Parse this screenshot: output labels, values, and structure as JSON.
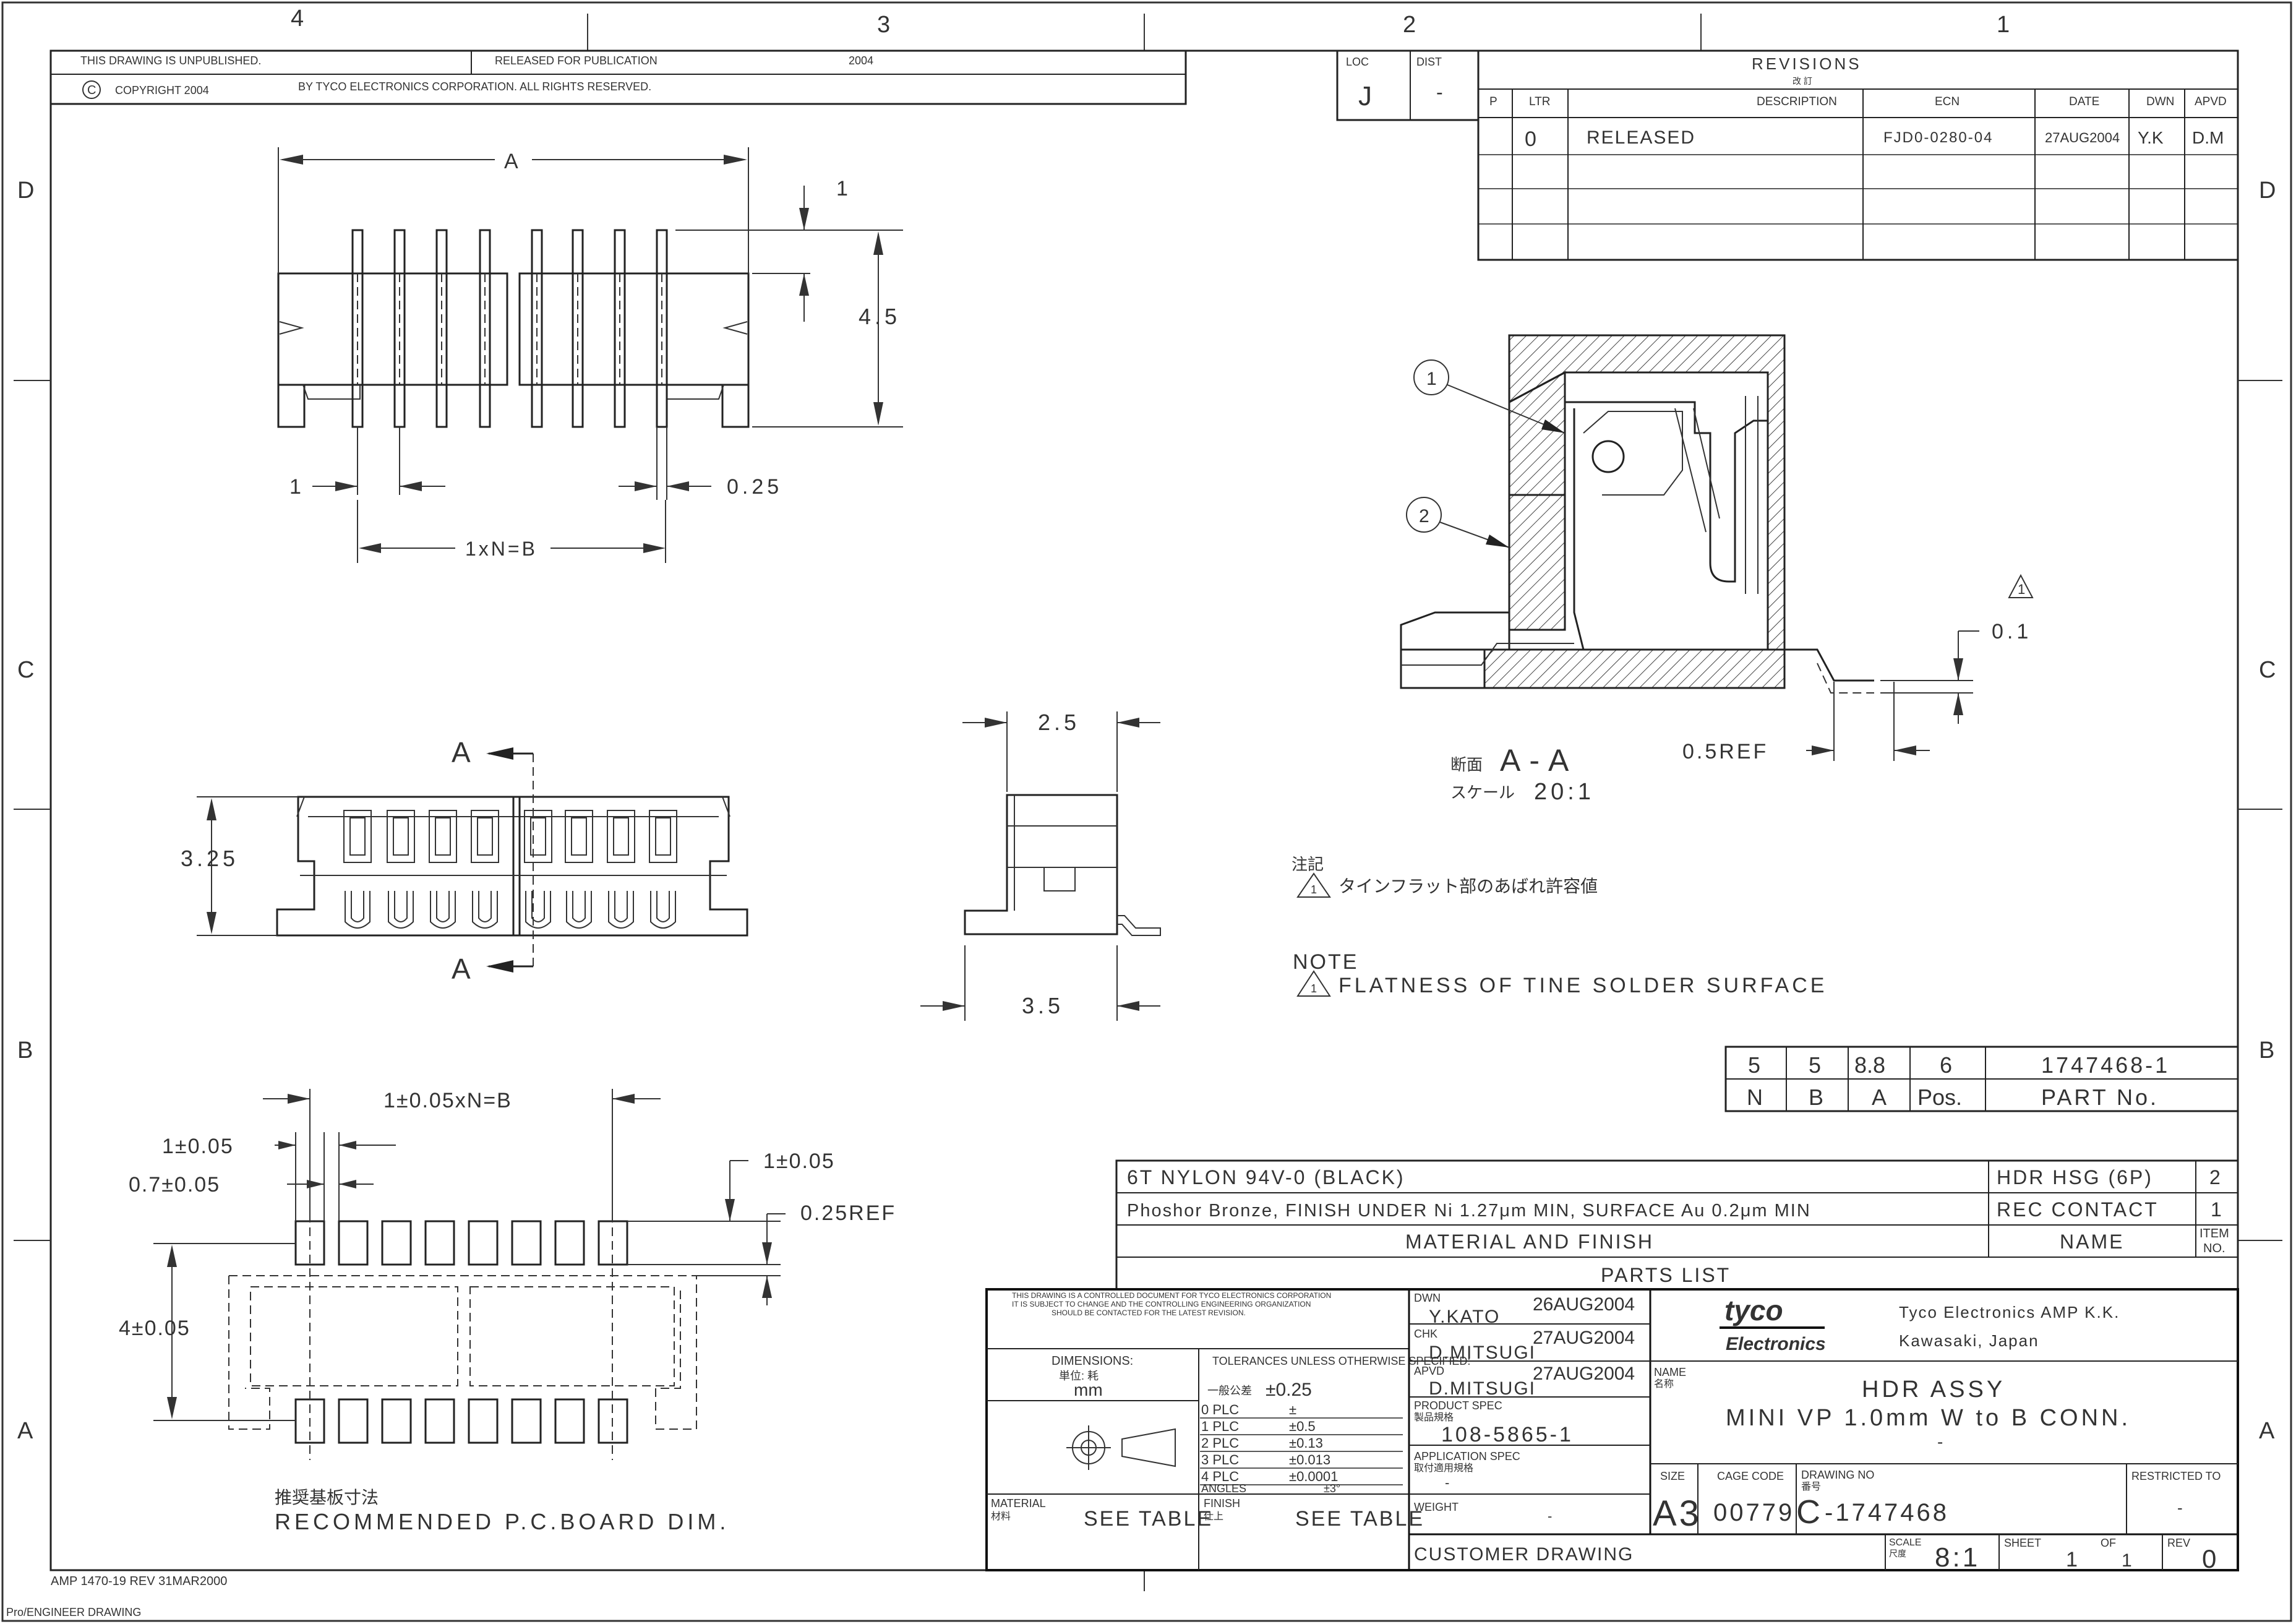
{
  "border": {
    "top_zones": [
      "4",
      "3",
      "2",
      "1"
    ],
    "side_zones": [
      "D",
      "C",
      "B",
      "A"
    ]
  },
  "header": {
    "unpublished": "THIS DRAWING IS UNPUBLISHED.",
    "released": "RELEASED FOR PUBLICATION",
    "year": "2004",
    "copyright": "COPYRIGHT 2004",
    "by": "BY TYCO ELECTRONICS CORPORATION. ALL RIGHTS RESERVED."
  },
  "loc_dist": {
    "loc_label": "LOC",
    "loc": "J",
    "dist_label": "DIST",
    "dist": "-"
  },
  "revisions": {
    "title": "REVISIONS",
    "title_jp": "改 訂",
    "columns": [
      "P",
      "LTR",
      "DESCRIPTION",
      "ECN",
      "DATE",
      "DWN",
      "APVD"
    ],
    "rows": [
      {
        "p": "",
        "ltr": "0",
        "desc": "RELEASED",
        "ecn": "FJD0-0280-04",
        "date": "27AUG2004",
        "dwn": "Y.K",
        "apvd": "D.M"
      }
    ]
  },
  "top_view": {
    "dim_a": "A",
    "dim_1_top": "1",
    "dim_45": "4.5",
    "dim_1_left": "1",
    "dim_025": "0.25",
    "dim_b": "1xN=B"
  },
  "front_view": {
    "section_top": "A",
    "section_bottom": "A",
    "dim_325": "3.25"
  },
  "side_view": {
    "dim_25": "2.5",
    "dim_35": "3.5"
  },
  "section": {
    "balloon_1": "1",
    "balloon_2": "2",
    "note_flag": "1",
    "dim_01": "0.1",
    "dim_05ref": "0.5REF",
    "label_jp": "断面",
    "label": "A-A",
    "scale_jp": "スケール",
    "scale": "20:1"
  },
  "notes": {
    "jp_title": "注記",
    "jp_note": "タインフラット部のあばれ許容値",
    "title": "NOTE",
    "note": "FLATNESS OF TINE SOLDER SURFACE",
    "flag": "1"
  },
  "pcb": {
    "dim_pitch": "1±0.05xN=B",
    "dim_pad_w": "1±0.05",
    "dim_pad_gap": "0.7±0.05",
    "dim_right_1": "1±0.05",
    "dim_025ref": "0.25REF",
    "dim_4": "4±0.05",
    "title_jp": "推奨基板寸法",
    "title": "RECOMMENDED P.C.BOARD DIM."
  },
  "part_table": {
    "values": [
      "5",
      "5",
      "8.8",
      "6",
      "1747468-1"
    ],
    "headers": [
      "N",
      "B",
      "A",
      "Pos.",
      "PART No."
    ]
  },
  "parts_list": {
    "rows": [
      {
        "material": "6T NYLON 94V-0 (BLACK)",
        "name": "HDR HSG (6P)",
        "item": "2"
      },
      {
        "material": "Phoshor Bronze, FINISH UNDER Ni 1.27μm MIN, SURFACE Au 0.2μm MIN",
        "name": "REC CONTACT",
        "item": "1"
      }
    ],
    "footer_material": "MATERIAL AND FINISH",
    "footer_name": "NAME",
    "footer_item": "ITEM NO.",
    "title": "PARTS LIST"
  },
  "title_block": {
    "controlled": [
      "THIS DRAWING IS A CONTROLLED DOCUMENT FOR TYCO ELECTRONICS CORPORATION",
      "IT IS SUBJECT TO CHANGE AND THE CONTROLLING ENGINEERING ORGANIZATION",
      "SHOULD BE CONTACTED FOR THE LATEST REVISION."
    ],
    "dimensions_label": "DIMENSIONS:",
    "unit_jp": "単位: 耗",
    "unit": "mm",
    "tol_title": "TOLERANCES UNLESS OTHERWISE SPECIFIED:",
    "tol_general_jp": "一般公差",
    "tol_general": "±0.25",
    "tol_rows": [
      {
        "k": "0 PLC",
        "v": "±"
      },
      {
        "k": "1 PLC",
        "v": "±0.5"
      },
      {
        "k": "2 PLC",
        "v": "±0.13"
      },
      {
        "k": "3 PLC",
        "v": "±0.013"
      },
      {
        "k": "4 PLC",
        "v": "±0.0001"
      },
      {
        "k": "ANGLES",
        "v": "±3°"
      }
    ],
    "material_label": "MATERIAL",
    "material_jp": "材料",
    "material_value": "SEE TABLE",
    "finish_label": "FINISH",
    "finish_jp": "仕上",
    "finish_value": "SEE TABLE",
    "dwn_label": "DWN",
    "dwn": "Y.KATO",
    "dwn_date": "26AUG2004",
    "chk_label": "CHK",
    "chk": "D.MITSUGI",
    "chk_date": "27AUG2004",
    "apvd_label": "APVD",
    "apvd": "D.MITSUGI",
    "apvd_date": "27AUG2004",
    "product_spec_label": "PRODUCT SPEC",
    "product_spec_jp": "製品規格",
    "product_spec": "108-5865-1",
    "app_spec_label": "APPLICATION SPEC",
    "app_spec_jp": "取付適用規格",
    "app_spec": "-",
    "weight_label": "WEIGHT",
    "weight": "-",
    "customer": "CUSTOMER DRAWING",
    "logo_top": "tyco",
    "logo_bottom": "Electronics",
    "company": "Tyco Electronics AMP K.K.",
    "city": "Kawasaki, Japan",
    "name_label": "NAME",
    "name_jp": "名称",
    "name_line1": "HDR ASSY",
    "name_line2": "MINI VP 1.0mm W to B CONN.",
    "name_line3": "-",
    "size_label": "SIZE",
    "size": "A3",
    "cage_label": "CAGE CODE",
    "cage": "00779",
    "dwg_label": "DRAWING NO",
    "dwg_jp": "番号",
    "dwg_prefix": "C",
    "dwg": "-1747468",
    "restricted_label": "RESTRICTED TO",
    "restricted": "-",
    "scale_label": "SCALE",
    "scale_jp": "尺度",
    "scale": "8:1",
    "sheet_label": "SHEET",
    "sheet": "1",
    "of_label": "OF",
    "of": "1",
    "rev_label": "REV",
    "rev": "0"
  },
  "footer": {
    "form": "AMP 1470-19 REV 31MAR2000",
    "software": "Pro/ENGINEER DRAWING"
  }
}
